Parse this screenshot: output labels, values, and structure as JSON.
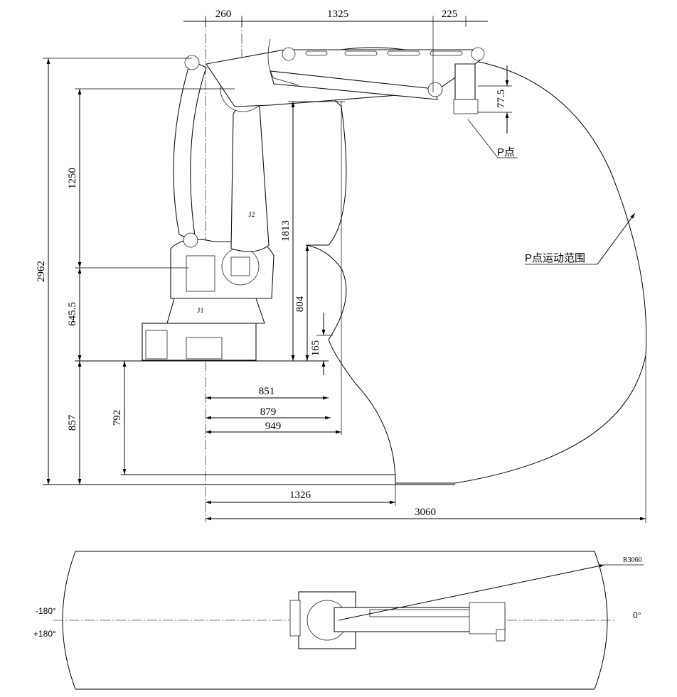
{
  "side_view": {
    "dims": {
      "top_260": "260",
      "top_1325": "1325",
      "top_225": "225",
      "left_2962": "2962",
      "left_1250": "1250",
      "left_645_5": "645.5",
      "left_857": "857",
      "left_792": "792",
      "mid_1813": "1813",
      "mid_804": "804",
      "mid_165": "165",
      "wrist_77_5": "77.5",
      "h_851": "851",
      "h_879": "879",
      "h_949": "949",
      "h_1326": "1326",
      "h_3060": "3060"
    },
    "labels": {
      "p_point": "P点",
      "p_range": "P点运动范围",
      "j1": "J1",
      "j2": "J2"
    }
  },
  "top_view": {
    "radius": "R3060",
    "angle_neg": "-180°",
    "angle_pos": "+180°",
    "angle_zero": "0°"
  }
}
